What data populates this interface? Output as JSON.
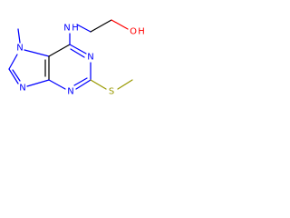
{
  "molecule": {
    "colors": {
      "carbon_bond": "#000000",
      "nitrogen": "#0000ff",
      "oxygen": "#ff0000",
      "sulfur": "#999900"
    },
    "atoms": {
      "n_methyl": {
        "symbol": "N",
        "color": "#0000ff"
      },
      "n_amine": {
        "symbol": "N",
        "color": "#0000ff"
      },
      "h_amine": {
        "symbol": "H",
        "color": "#0000ff"
      },
      "o_hydroxyl": {
        "symbol": "O",
        "color": "#ff0000"
      },
      "h_hydroxyl": {
        "symbol": "H",
        "color": "#ff0000"
      },
      "n_ring_upper": {
        "symbol": "N",
        "color": "#0000ff"
      },
      "n_ring_lower": {
        "symbol": "N",
        "color": "#0000ff"
      },
      "n_imidazole": {
        "symbol": "N",
        "color": "#0000ff"
      },
      "s_thio": {
        "symbol": "S",
        "color": "#999900"
      }
    }
  }
}
